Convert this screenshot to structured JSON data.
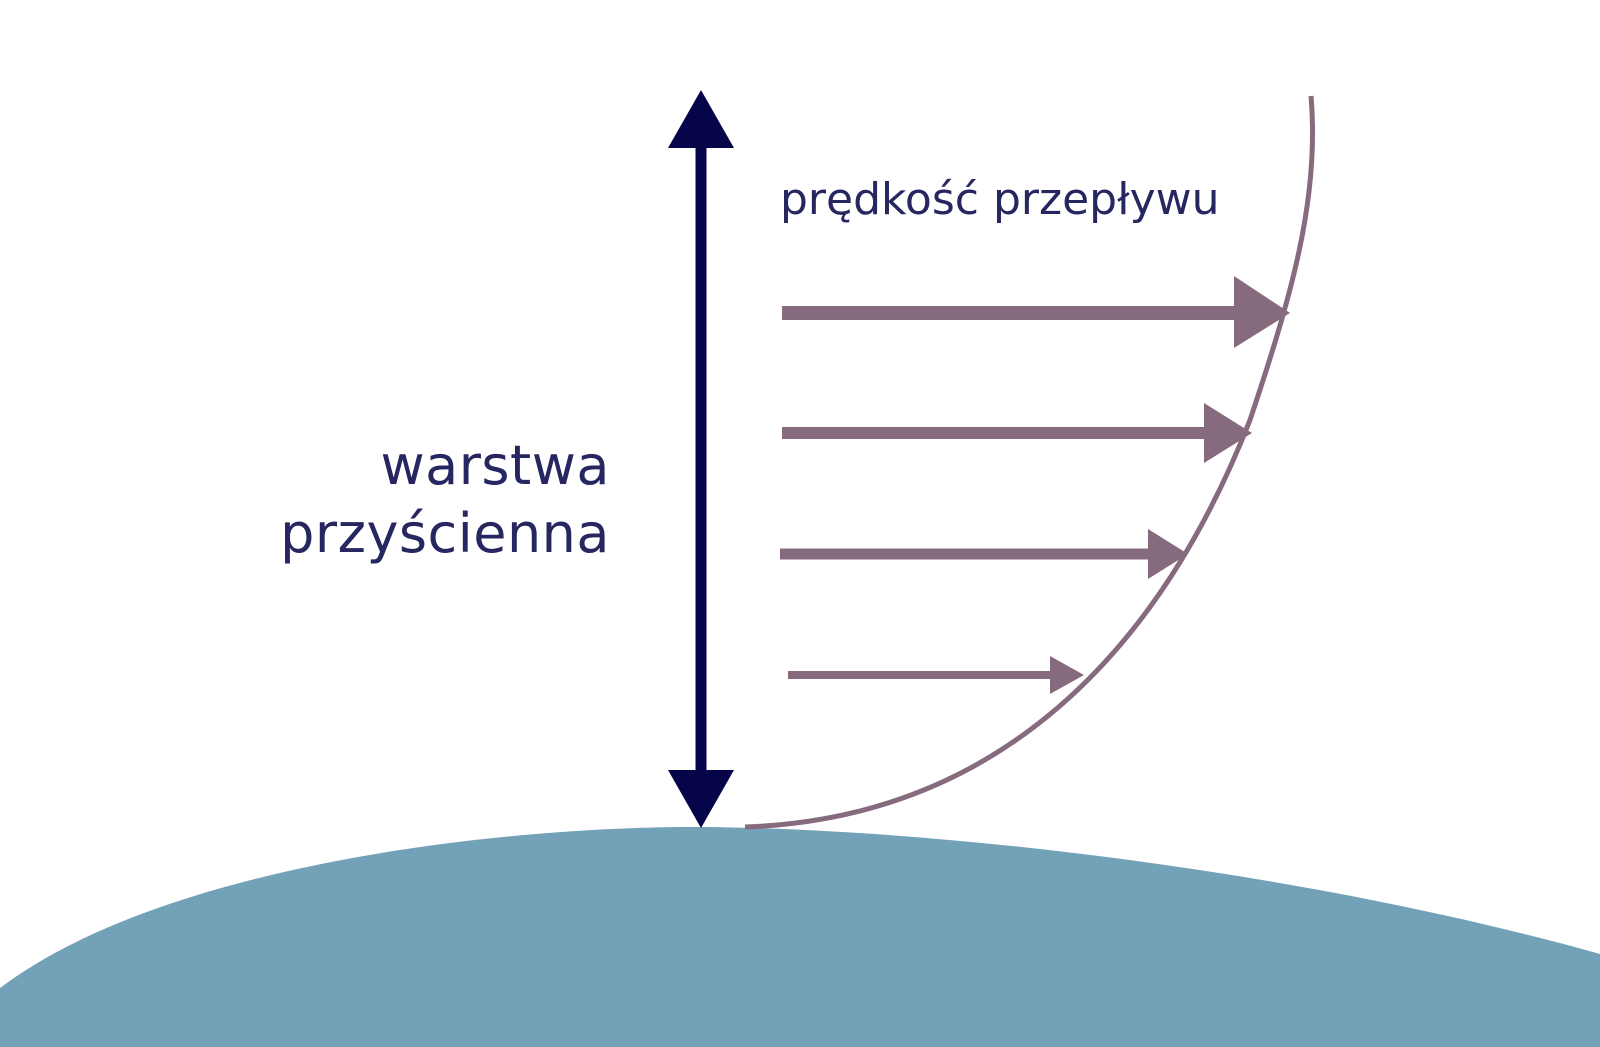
{
  "labels": {
    "boundary_layer_line1": "warstwa",
    "boundary_layer_line2": "przyścienna",
    "flow_velocity": "prędkość przepływu"
  },
  "colors": {
    "text": "#262660",
    "thickness_arrow": "#07054a",
    "velocity_profile": "#866a7e",
    "surface": "#73a1b8",
    "background": "#ffffff"
  },
  "icons": {
    "thickness_arrow": "double-headed-vertical-arrow",
    "velocity_arrows": "right-arrow"
  }
}
